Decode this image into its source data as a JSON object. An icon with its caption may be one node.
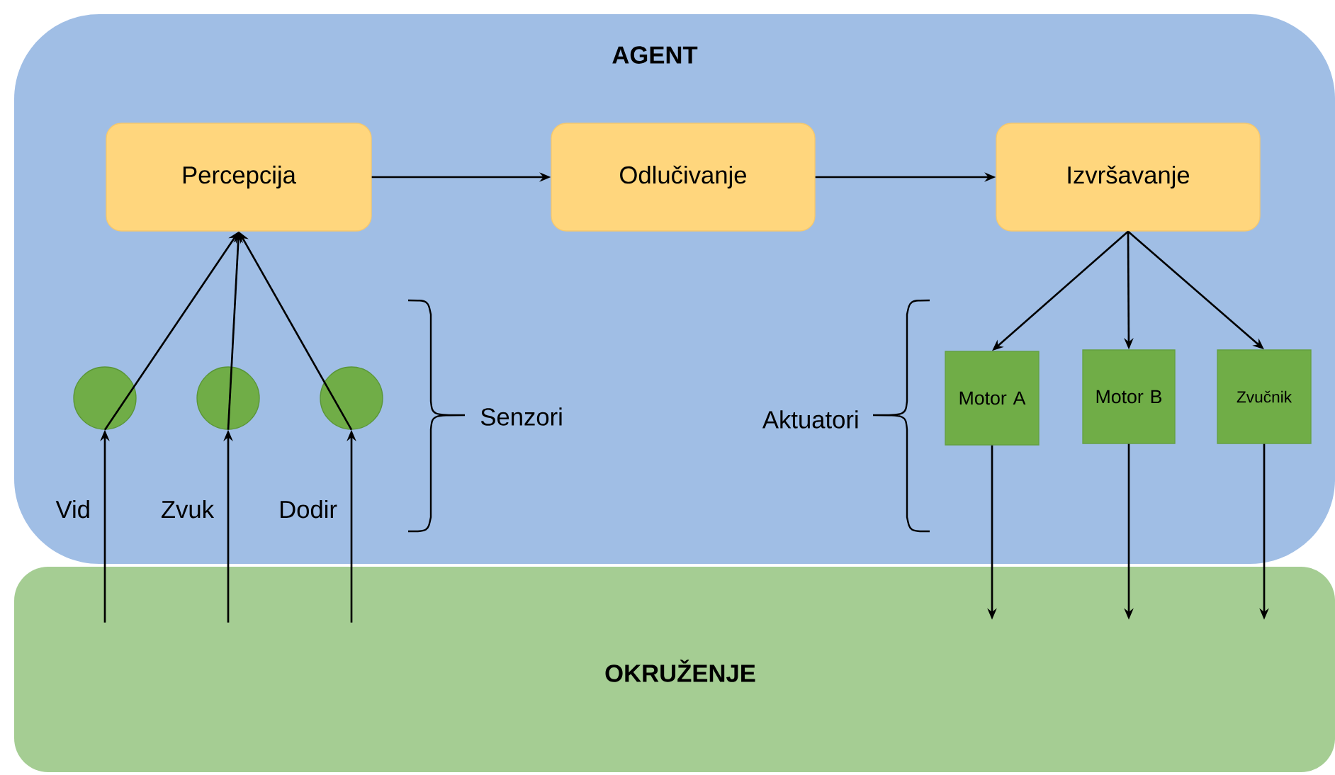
{
  "diagram": {
    "nodes": [
      {
        "text": [
          "AGENT"
        ]
      },
      {
        "text": [
          "OKRUŽENJE"
        ]
      },
      {
        "text": [
          "Percepcija"
        ],
        "in": 0
      },
      {
        "text": [
          "Odlučivanje"
        ],
        "in": 0
      },
      {
        "text": [
          "Izvršavanje"
        ],
        "in": 0
      },
      {
        "text": [],
        "shape": "circle",
        "in": 0
      },
      {
        "text": [],
        "shape": "circle",
        "in": 0
      },
      {
        "text": [],
        "shape": "circle",
        "in": 0
      },
      {
        "text": [
          "Motor A"
        ],
        "in": 0
      },
      {
        "text": [
          "Motor B"
        ],
        "in": 0
      },
      {
        "text": [
          "Zvučnik"
        ],
        "in": 0
      }
    ],
    "edges": [
      {
        "from": 2,
        "to": 3,
        "arrow": "to"
      },
      {
        "from": 3,
        "to": 4,
        "arrow": "to"
      },
      {
        "from": 5,
        "to": 2,
        "arrow": "to"
      },
      {
        "from": 6,
        "to": 2,
        "arrow": "to"
      },
      {
        "from": 7,
        "to": 2,
        "arrow": "to"
      },
      {
        "from": 1,
        "to": 5,
        "arrow": "to",
        "label": "Vid"
      },
      {
        "from": 1,
        "to": 6,
        "arrow": "to",
        "label": "Zvuk"
      },
      {
        "from": 1,
        "to": 7,
        "arrow": "to",
        "label": "Dodir"
      },
      {
        "from": 4,
        "to": 8,
        "arrow": "to"
      },
      {
        "from": 4,
        "to": 9,
        "arrow": "to"
      },
      {
        "from": 4,
        "to": 10,
        "arrow": "to"
      },
      {
        "from": 8,
        "to": 1,
        "arrow": "to"
      },
      {
        "from": 9,
        "to": 1,
        "arrow": "to"
      },
      {
        "from": 10,
        "to": 1,
        "arrow": "to"
      }
    ],
    "labels": [
      "Senzori",
      "Aktuatori"
    ]
  }
}
